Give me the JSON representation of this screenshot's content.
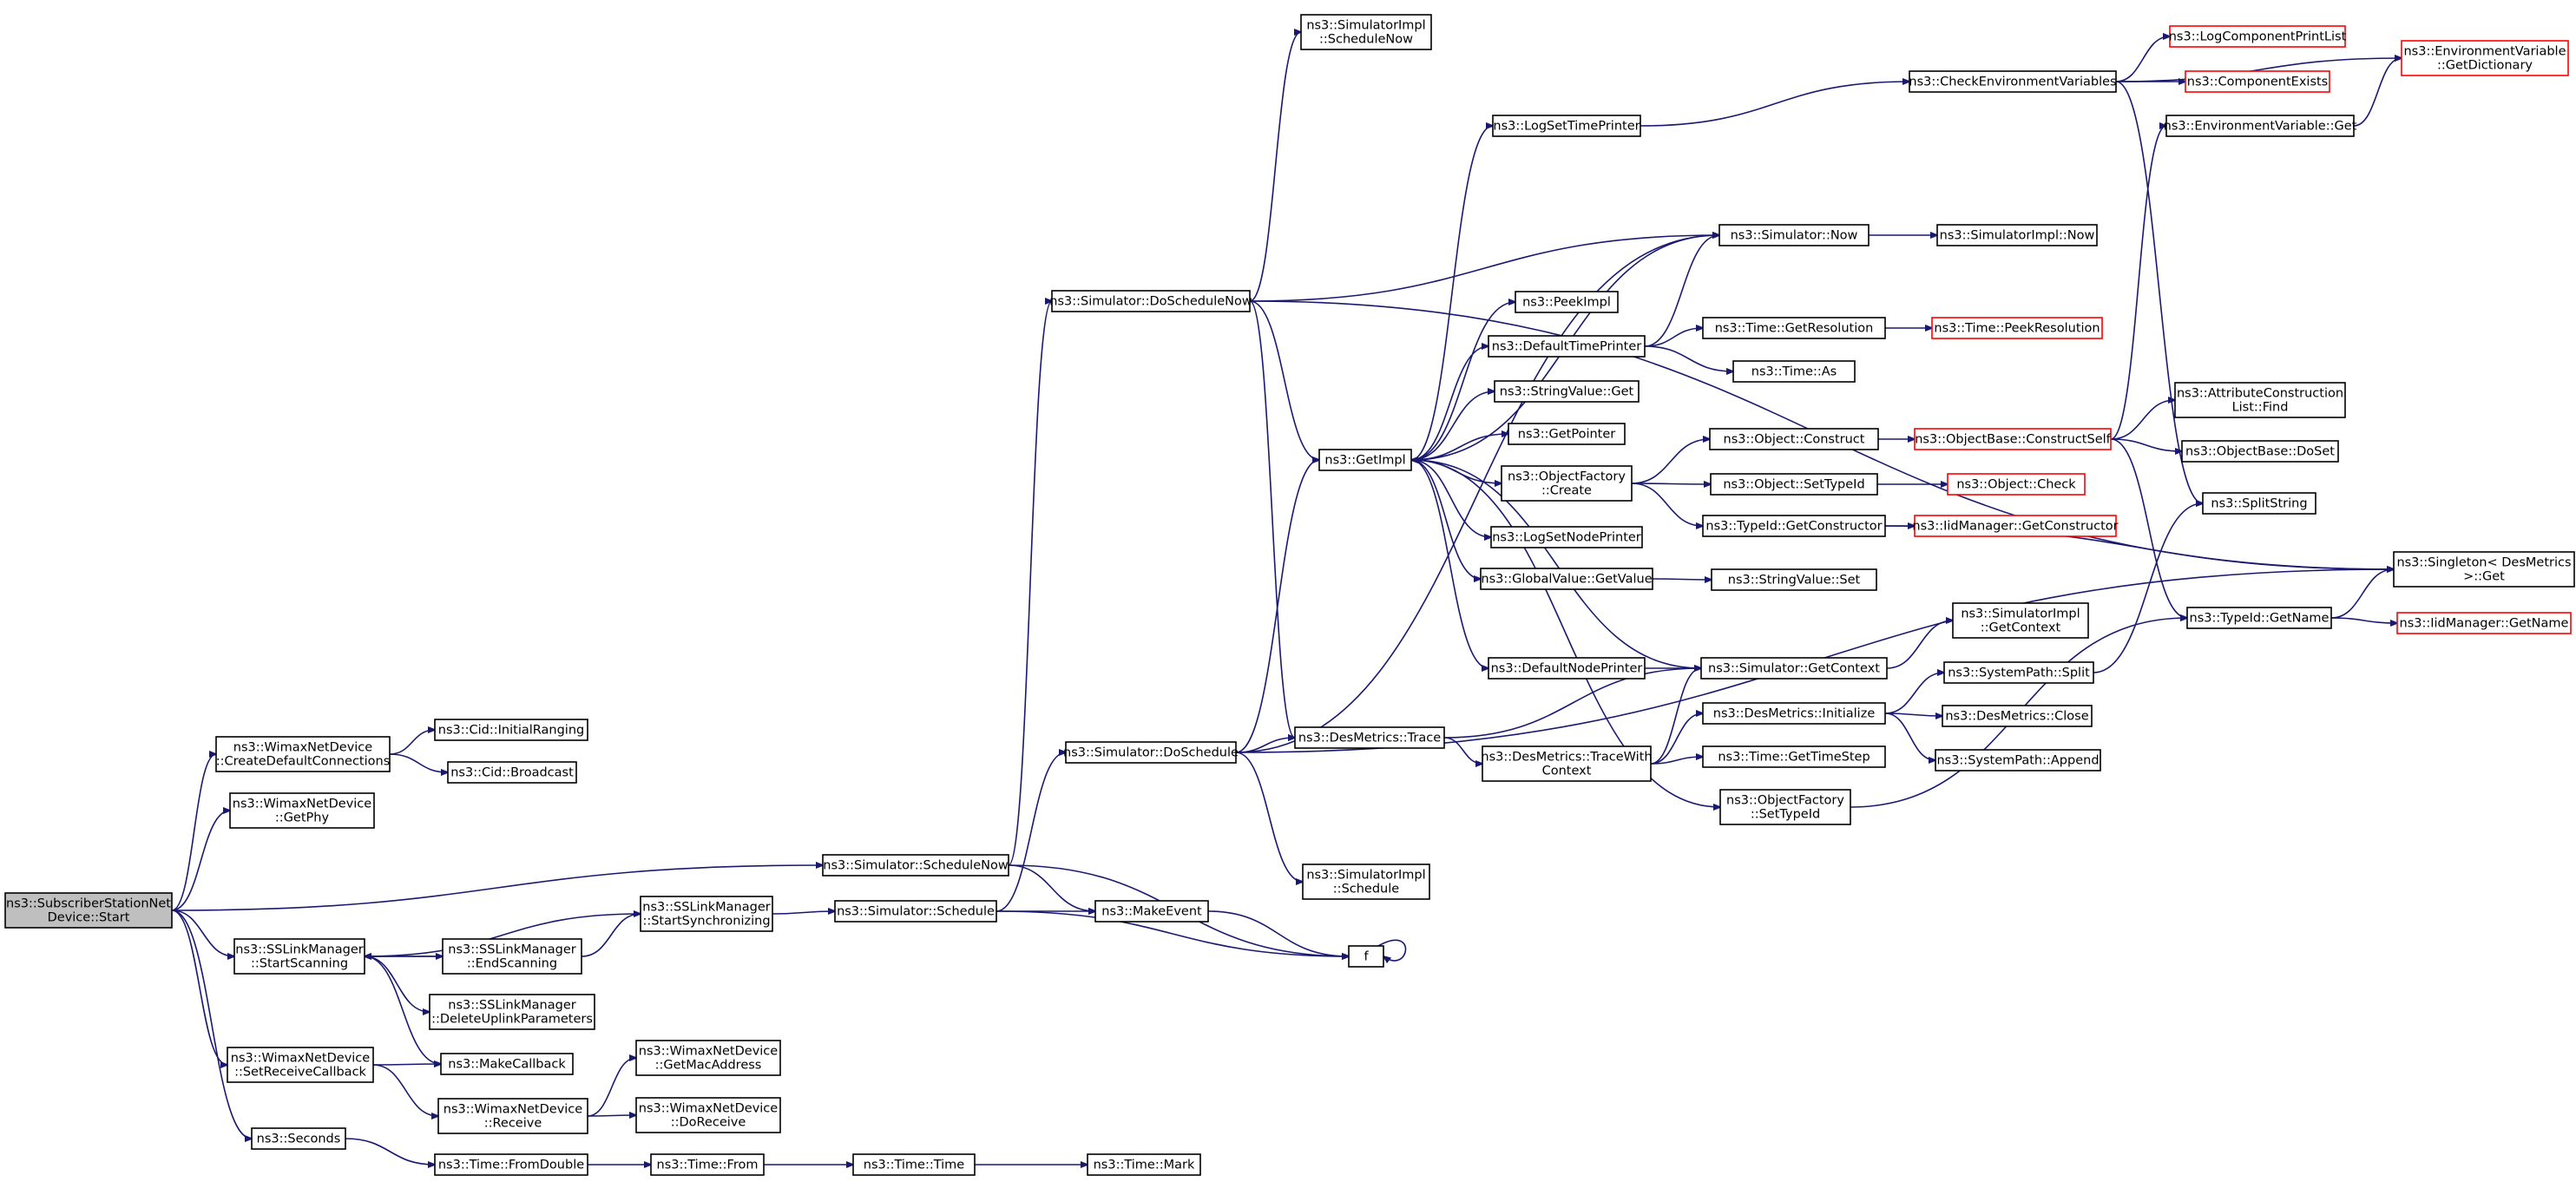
{
  "diagram": {
    "type": "call-graph",
    "colors": {
      "edge": "#191970",
      "root_fill": "#bfbfbf",
      "truncated_border": "#ff0000",
      "node_border": "#000000"
    },
    "nodes": [
      {
        "id": "start",
        "lines": [
          "ns3::SubscriberStationNet",
          "Device::Start"
        ],
        "root": true
      },
      {
        "id": "createDefault",
        "lines": [
          "ns3::WimaxNetDevice",
          "::CreateDefaultConnections"
        ]
      },
      {
        "id": "getPhy",
        "lines": [
          "ns3::WimaxNetDevice",
          "::GetPhy"
        ]
      },
      {
        "id": "startScanning",
        "lines": [
          "ns3::SSLinkManager",
          "::StartScanning"
        ]
      },
      {
        "id": "setRecvCb",
        "lines": [
          "ns3::WimaxNetDevice",
          "::SetReceiveCallback"
        ]
      },
      {
        "id": "seconds",
        "lines": [
          "ns3::Seconds"
        ]
      },
      {
        "id": "cidInitial",
        "lines": [
          "ns3::Cid::InitialRanging"
        ]
      },
      {
        "id": "cidBroadcast",
        "lines": [
          "ns3::Cid::Broadcast"
        ]
      },
      {
        "id": "endScanning",
        "lines": [
          "ns3::SSLinkManager",
          "::EndScanning"
        ]
      },
      {
        "id": "deleteUplink",
        "lines": [
          "ns3::SSLinkManager",
          "::DeleteUplinkParameters"
        ]
      },
      {
        "id": "makeCallback",
        "lines": [
          "ns3::MakeCallback"
        ]
      },
      {
        "id": "wnReceive",
        "lines": [
          "ns3::WimaxNetDevice",
          "::Receive"
        ]
      },
      {
        "id": "timeFromDouble",
        "lines": [
          "ns3::Time::FromDouble"
        ]
      },
      {
        "id": "startSync",
        "lines": [
          "ns3::SSLinkManager",
          "::StartSynchronizing"
        ]
      },
      {
        "id": "getMac",
        "lines": [
          "ns3::WimaxNetDevice",
          "::GetMacAddress"
        ]
      },
      {
        "id": "doReceive",
        "lines": [
          "ns3::WimaxNetDevice",
          "::DoReceive"
        ]
      },
      {
        "id": "timeFrom",
        "lines": [
          "ns3::Time::From"
        ]
      },
      {
        "id": "scheduleNow",
        "lines": [
          "ns3::Simulator::ScheduleNow"
        ]
      },
      {
        "id": "schedule",
        "lines": [
          "ns3::Simulator::Schedule"
        ]
      },
      {
        "id": "timeTime",
        "lines": [
          "ns3::Time::Time"
        ]
      },
      {
        "id": "doScheduleNow",
        "lines": [
          "ns3::Simulator::DoScheduleNow"
        ]
      },
      {
        "id": "doSchedule",
        "lines": [
          "ns3::Simulator::DoSchedule"
        ]
      },
      {
        "id": "makeEvent",
        "lines": [
          "ns3::MakeEvent"
        ]
      },
      {
        "id": "timeMark",
        "lines": [
          "ns3::Time::Mark"
        ]
      },
      {
        "id": "implScheduleNow",
        "lines": [
          "ns3::SimulatorImpl",
          "::ScheduleNow"
        ]
      },
      {
        "id": "desTrace",
        "lines": [
          "ns3::DesMetrics::Trace"
        ]
      },
      {
        "id": "implSchedule",
        "lines": [
          "ns3::SimulatorImpl",
          "::Schedule"
        ]
      },
      {
        "id": "f",
        "lines": [
          "f"
        ]
      },
      {
        "id": "getImpl",
        "lines": [
          "ns3::GetImpl"
        ]
      },
      {
        "id": "logSetTimePrinter",
        "lines": [
          "ns3::LogSetTimePrinter"
        ]
      },
      {
        "id": "peekImpl",
        "lines": [
          "ns3::PeekImpl"
        ]
      },
      {
        "id": "defaultTimePrinter",
        "lines": [
          "ns3::DefaultTimePrinter"
        ]
      },
      {
        "id": "stringValueGet",
        "lines": [
          "ns3::StringValue::Get"
        ]
      },
      {
        "id": "getPointer",
        "lines": [
          "ns3::GetPointer"
        ]
      },
      {
        "id": "objFactoryCreate",
        "lines": [
          "ns3::ObjectFactory",
          "::Create"
        ]
      },
      {
        "id": "logSetNodePrinter",
        "lines": [
          "ns3::LogSetNodePrinter"
        ]
      },
      {
        "id": "globalValueGetValue",
        "lines": [
          "ns3::GlobalValue::GetValue"
        ]
      },
      {
        "id": "defaultNodePrinter",
        "lines": [
          "ns3::DefaultNodePrinter"
        ]
      },
      {
        "id": "traceWithContext",
        "lines": [
          "ns3::DesMetrics::TraceWith",
          "Context"
        ]
      },
      {
        "id": "checkEnv",
        "lines": [
          "ns3::CheckEnvironmentVariables"
        ]
      },
      {
        "id": "simNow",
        "lines": [
          "ns3::Simulator::Now"
        ]
      },
      {
        "id": "timeGetResolution",
        "lines": [
          "ns3::Time::GetResolution"
        ]
      },
      {
        "id": "timeAs",
        "lines": [
          "ns3::Time::As"
        ]
      },
      {
        "id": "objConstruct",
        "lines": [
          "ns3::Object::Construct"
        ]
      },
      {
        "id": "objSetTypeId",
        "lines": [
          "ns3::Object::SetTypeId"
        ]
      },
      {
        "id": "typeIdGetCtor",
        "lines": [
          "ns3::TypeId::GetConstructor"
        ]
      },
      {
        "id": "stringValueSet",
        "lines": [
          "ns3::StringValue::Set"
        ]
      },
      {
        "id": "simGetContext",
        "lines": [
          "ns3::Simulator::GetContext"
        ]
      },
      {
        "id": "desInitialize",
        "lines": [
          "ns3::DesMetrics::Initialize"
        ]
      },
      {
        "id": "timeGetTimeStep",
        "lines": [
          "ns3::Time::GetTimeStep"
        ]
      },
      {
        "id": "objFactorySetTypeId",
        "lines": [
          "ns3::ObjectFactory",
          "::SetTypeId"
        ]
      },
      {
        "id": "logComponentPrintList",
        "lines": [
          "ns3::LogComponentPrintList"
        ],
        "red": true
      },
      {
        "id": "componentExists",
        "lines": [
          "ns3::ComponentExists"
        ],
        "red": true
      },
      {
        "id": "implNow",
        "lines": [
          "ns3::SimulatorImpl::Now"
        ]
      },
      {
        "id": "timePeekResolution",
        "lines": [
          "ns3::Time::PeekResolution"
        ],
        "red": true
      },
      {
        "id": "objBaseConstructSelf",
        "lines": [
          "ns3::ObjectBase::ConstructSelf"
        ],
        "red": true
      },
      {
        "id": "objCheck",
        "lines": [
          "ns3::Object::Check"
        ],
        "red": true
      },
      {
        "id": "iidGetConstructor",
        "lines": [
          "ns3::IidManager::GetConstructor"
        ],
        "red": true
      },
      {
        "id": "implGetContext",
        "lines": [
          "ns3::SimulatorImpl",
          "::GetContext"
        ]
      },
      {
        "id": "sysPathSplit",
        "lines": [
          "ns3::SystemPath::Split"
        ]
      },
      {
        "id": "desClose",
        "lines": [
          "ns3::DesMetrics::Close"
        ]
      },
      {
        "id": "sysPathAppend",
        "lines": [
          "ns3::SystemPath::Append"
        ]
      },
      {
        "id": "envVarGet",
        "lines": [
          "ns3::EnvironmentVariable::Get"
        ]
      },
      {
        "id": "attrConstructionFind",
        "lines": [
          "ns3::AttributeConstruction",
          "List::Find"
        ]
      },
      {
        "id": "objBaseDoSet",
        "lines": [
          "ns3::ObjectBase::DoSet"
        ]
      },
      {
        "id": "splitString",
        "lines": [
          "ns3::SplitString"
        ]
      },
      {
        "id": "typeIdGetName",
        "lines": [
          "ns3::TypeId::GetName"
        ]
      },
      {
        "id": "envVarGetDictionary",
        "lines": [
          "ns3::EnvironmentVariable",
          "::GetDictionary"
        ],
        "red": true
      },
      {
        "id": "singletonGet",
        "lines": [
          "ns3::Singleton< DesMetrics",
          " >::Get"
        ]
      },
      {
        "id": "iidGetName",
        "lines": [
          "ns3::IidManager::GetName"
        ],
        "red": true
      }
    ]
  }
}
